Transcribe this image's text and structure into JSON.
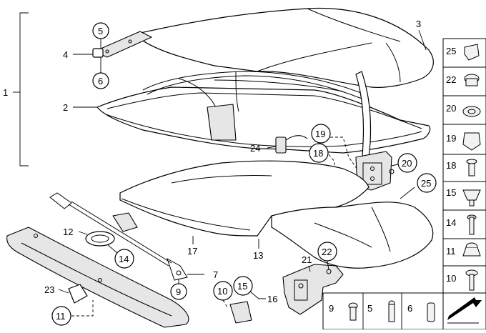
{
  "callouts": {
    "c1": "1",
    "c2": "2",
    "c3": "3",
    "c4": "4",
    "c5": "5",
    "c6": "6",
    "c7": "7",
    "c9": "9",
    "c10": "10",
    "c11": "11",
    "c12": "12",
    "c13": "13",
    "c14": "14",
    "c15": "15",
    "c16": "16",
    "c17": "17",
    "c18": "18",
    "c19": "19",
    "c20": "20",
    "c21": "21",
    "c22": "22",
    "c23": "23",
    "c24": "24",
    "c25": "25"
  },
  "legend_right": [
    "25",
    "22",
    "20",
    "19",
    "18",
    "15",
    "14",
    "11",
    "10"
  ],
  "legend_bottom": [
    "9",
    "5",
    "6"
  ],
  "icons": {
    "navigation": "arrow-icon"
  }
}
